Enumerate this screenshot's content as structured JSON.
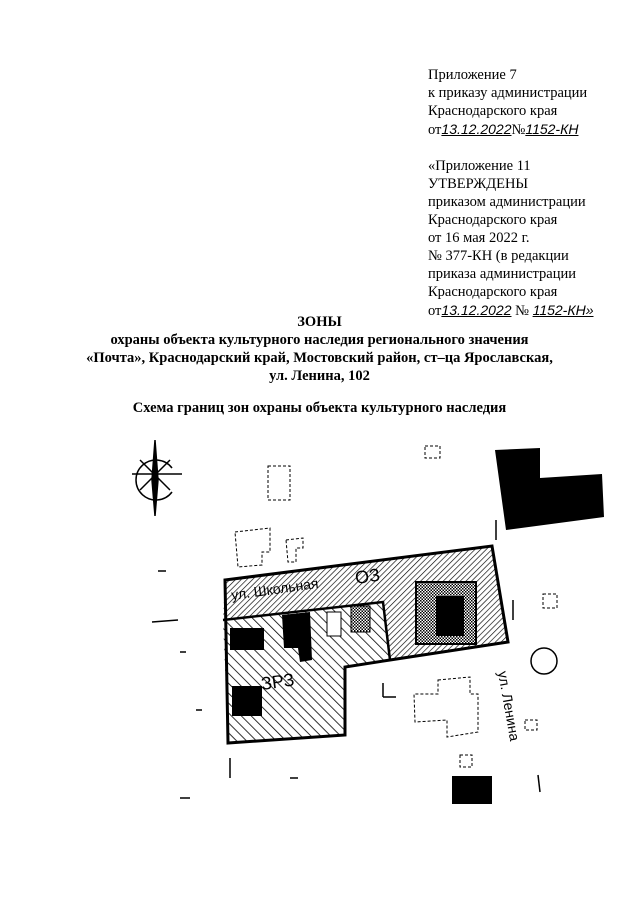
{
  "approval_block": {
    "lines": [
      "Приложение 7",
      "к приказу администрации",
      "Краснодарского края"
    ],
    "sign_line_1": {
      "prefix": "от",
      "date": "13.12.2022",
      "no": "№",
      "number": "1152-КН"
    },
    "lines2": [
      "«Приложение 11",
      "УТВЕРЖДЕНЫ",
      "приказом администрации",
      "Краснодарского края",
      "от 16 мая 2022 г.",
      "№ 377-КН (в редакции",
      "приказа администрации",
      "Краснодарского края"
    ],
    "sign_line_2": {
      "prefix": "от",
      "date": "13.12.2022",
      "no": "№",
      "number": "1152-КН»"
    }
  },
  "heading": {
    "title": "ЗОНЫ",
    "line1": "охраны объекта культурного наследия регионального значения",
    "line2": "«Почта», Краснодарский край, Мостовский район, ст–ца Ярославская,",
    "line3": "ул. Ленина, 102",
    "subtitle": "Схема границ зон охраны объекта культурного наследия"
  },
  "map": {
    "street_1": "ул. Школьная",
    "street_2": "ул. Ленина",
    "zone_oz": "ОЗ",
    "zone_zrz": "ЗРЗ",
    "north_icon": "compass-rose-icon"
  }
}
